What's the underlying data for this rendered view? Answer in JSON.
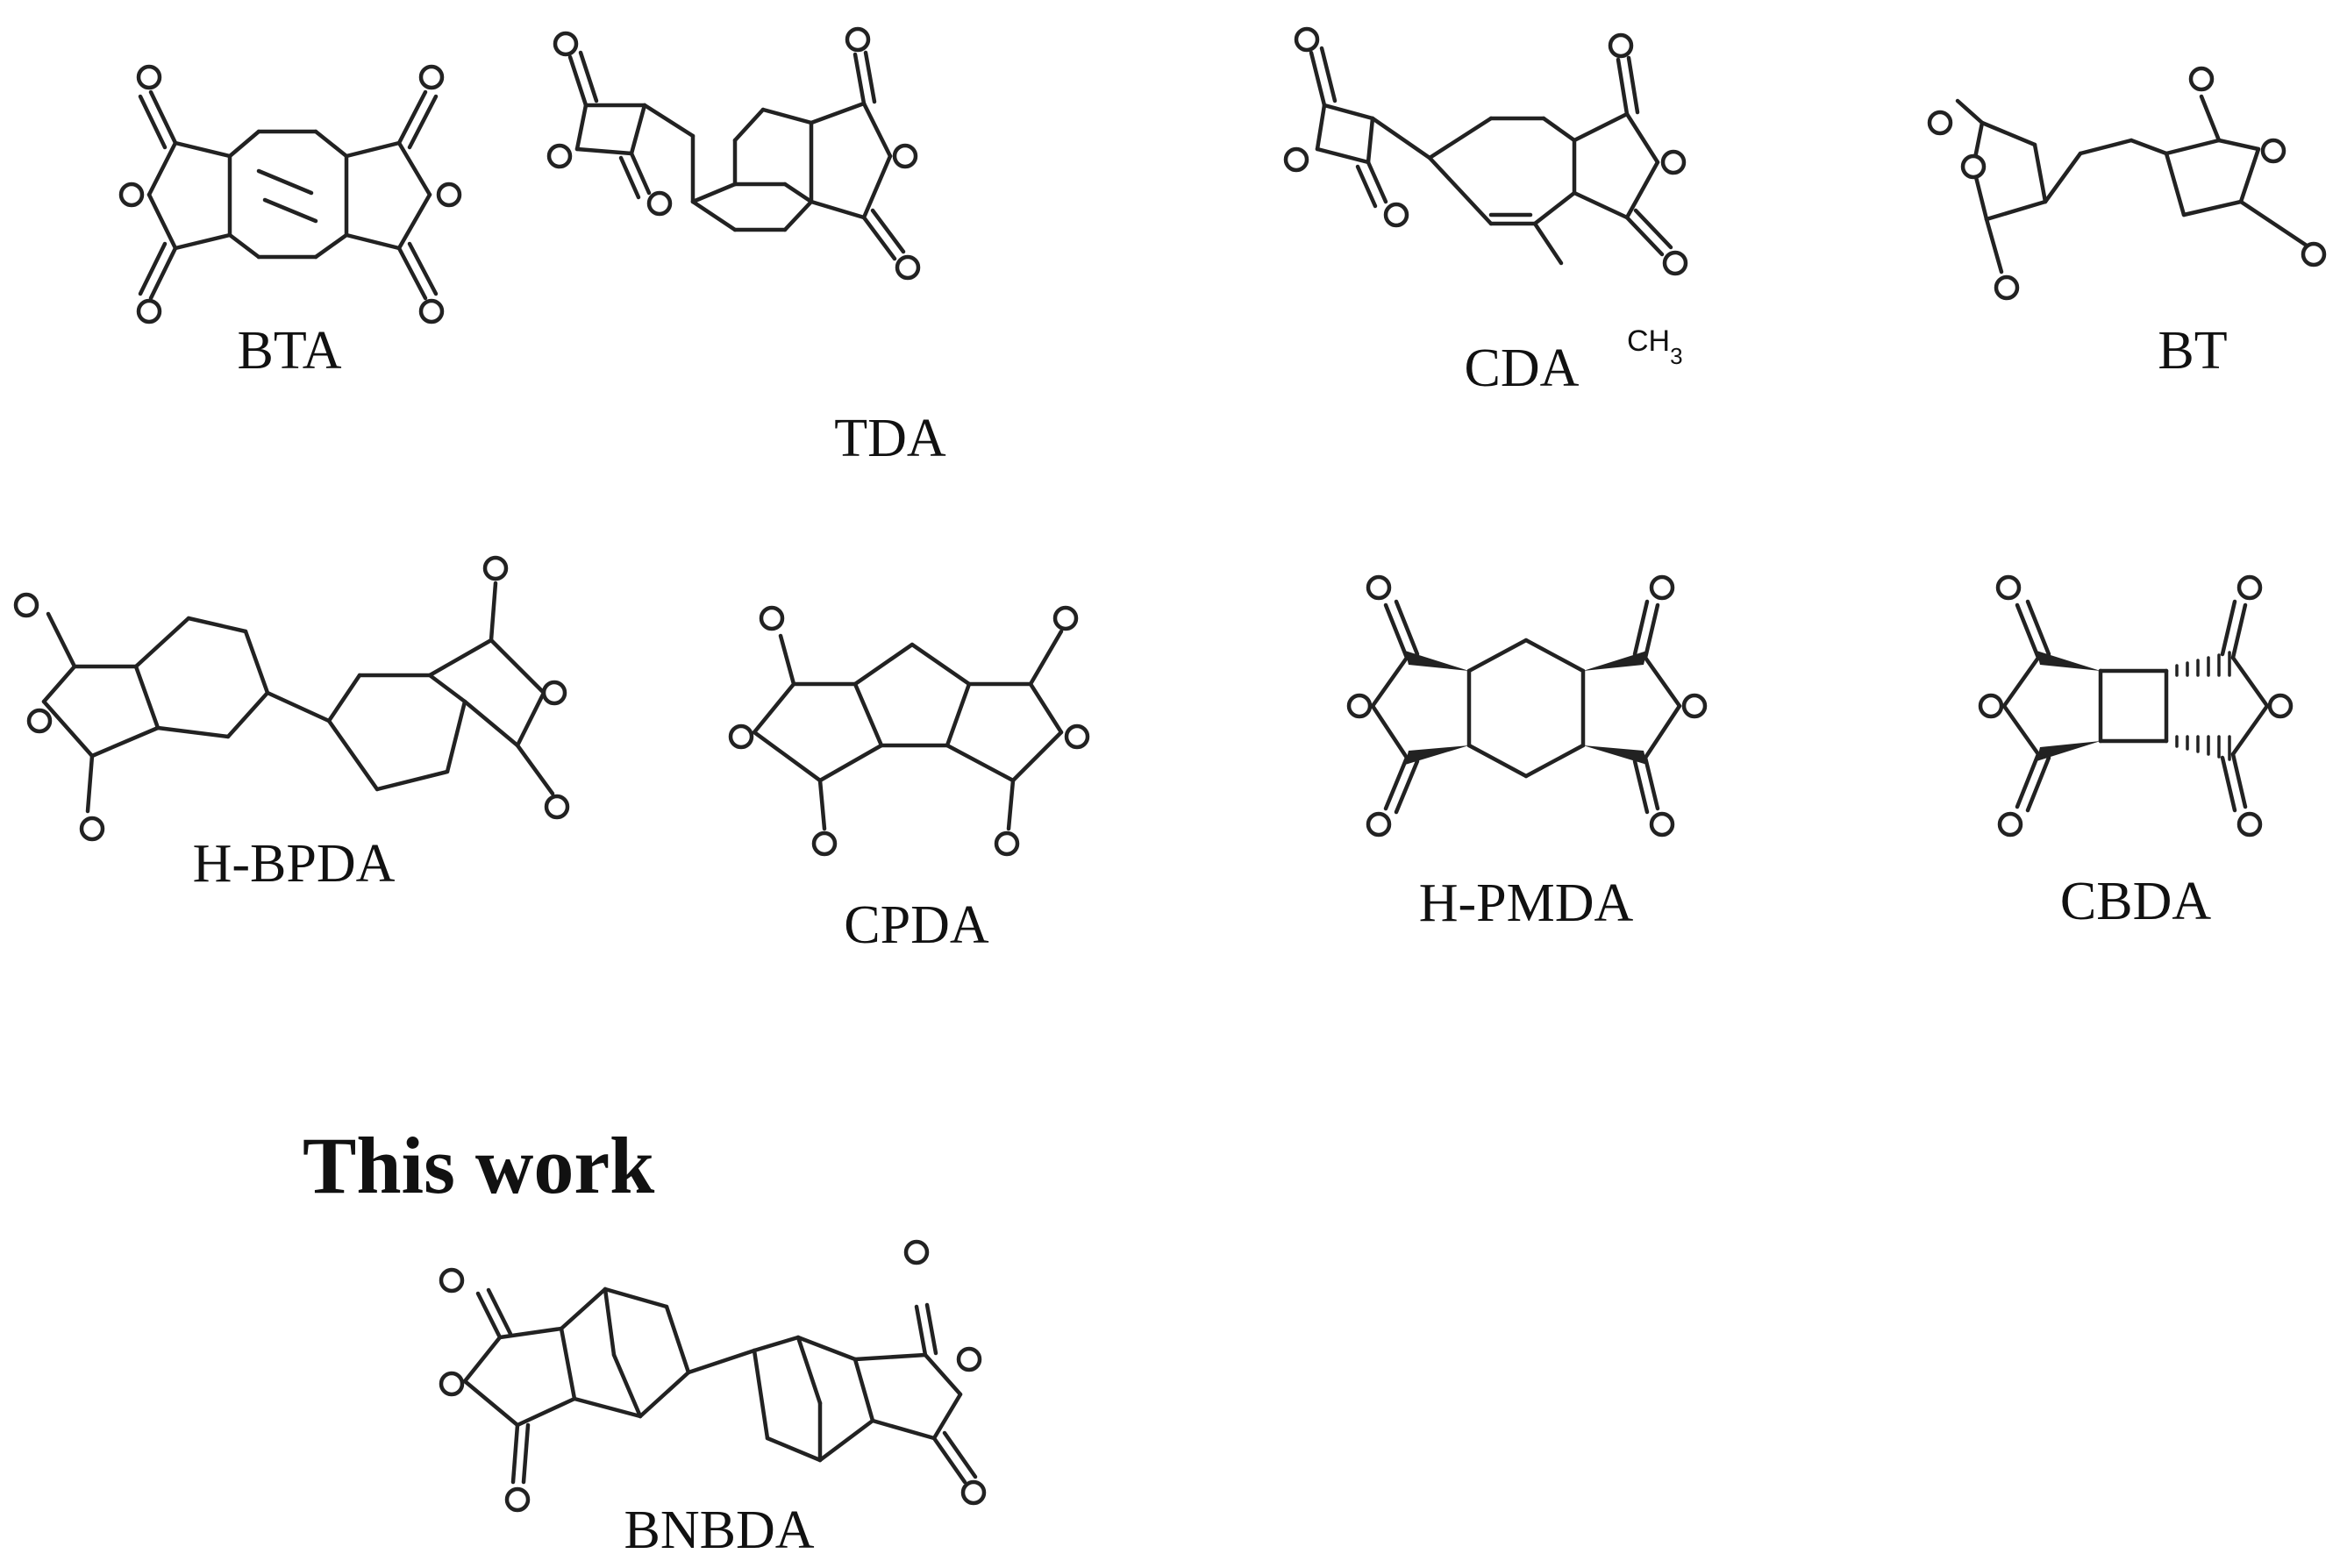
{
  "heading": "This work",
  "molecules": [
    {
      "key": "bta",
      "label": "BTA"
    },
    {
      "key": "tda",
      "label": "TDA"
    },
    {
      "key": "cda",
      "label": "CDA",
      "substituent": "CH3"
    },
    {
      "key": "bt",
      "label": "BT"
    },
    {
      "key": "hbpda",
      "label": "H-BPDA"
    },
    {
      "key": "cpda",
      "label": "CPDA"
    },
    {
      "key": "hpmda",
      "label": "H-PMDA"
    },
    {
      "key": "cbda",
      "label": "CBDA"
    },
    {
      "key": "bnbda",
      "label": "BNBDA"
    }
  ],
  "atom_labels": {
    "oxygen": "O"
  }
}
